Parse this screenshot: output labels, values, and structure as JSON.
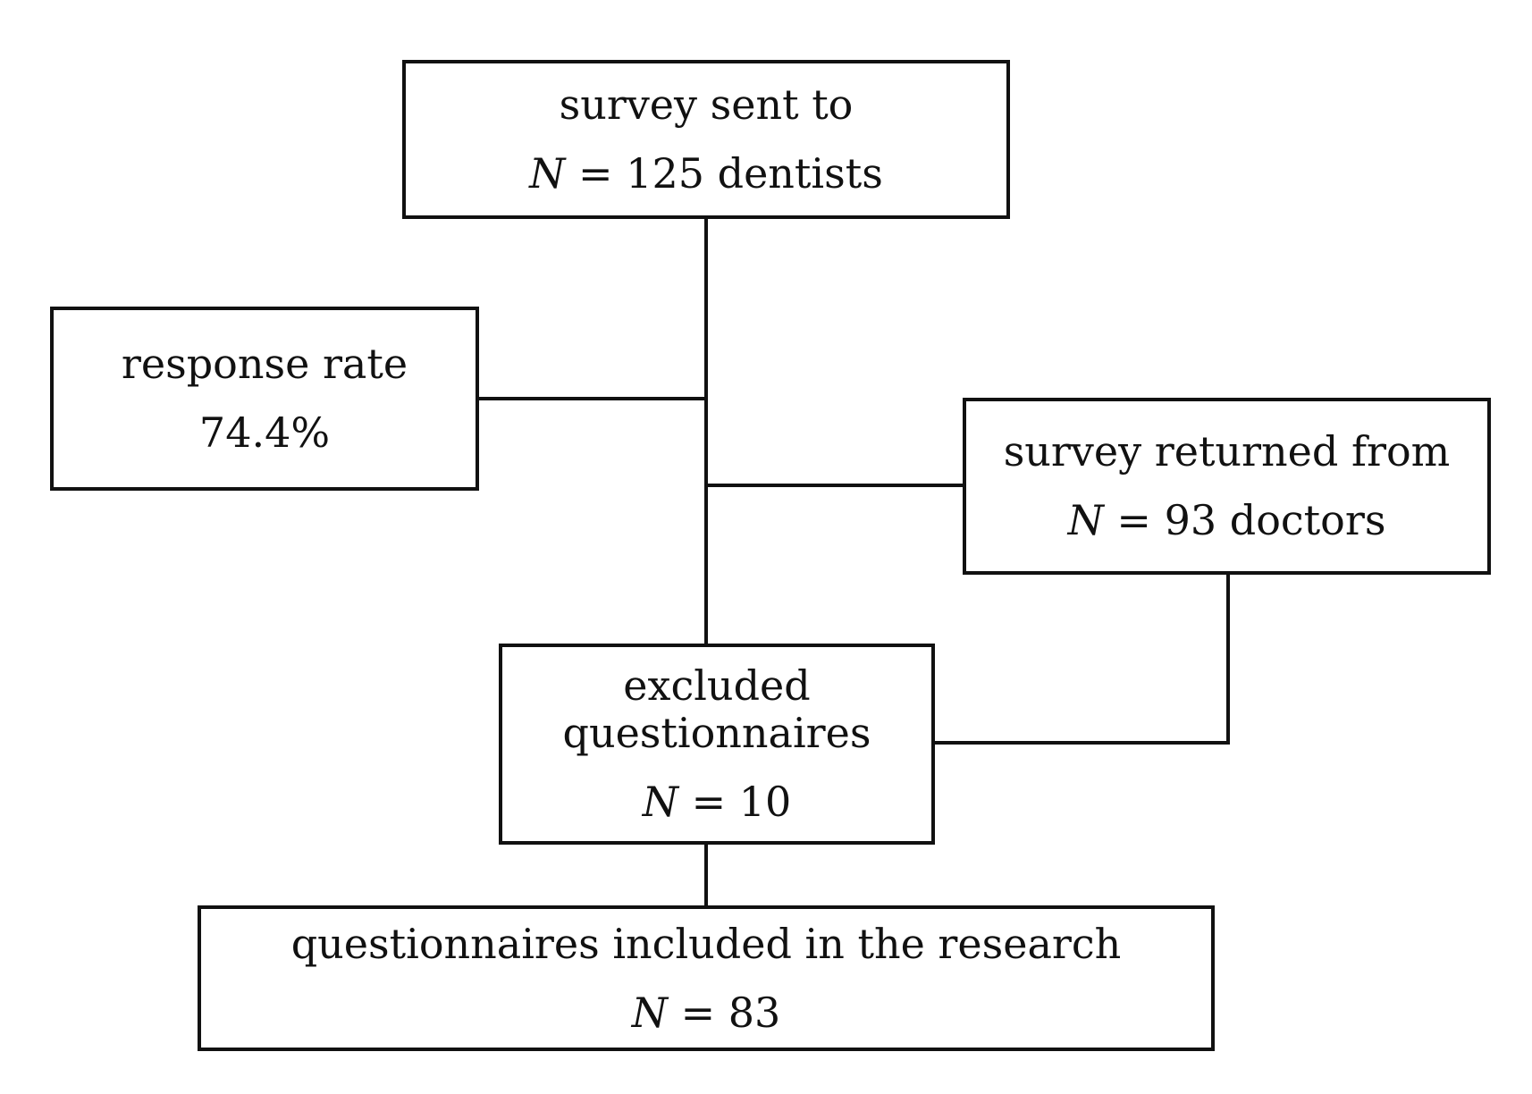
{
  "boxes": {
    "survey_sent": {
      "line1": "survey sent to",
      "n_label": "N",
      "n_value": " = 125 dentists"
    },
    "response_rate": {
      "line1": "response rate",
      "line2": "74.4%"
    },
    "survey_returned": {
      "line1": "survey returned from",
      "n_label": "N",
      "n_value": " = 93 doctors"
    },
    "excluded": {
      "line1": "excluded",
      "line2": "questionnaires",
      "n_label": "N",
      "n_value": " = 10"
    },
    "included": {
      "line1": "questionnaires included in the research",
      "n_label": "N",
      "n_value": " = 83"
    }
  }
}
